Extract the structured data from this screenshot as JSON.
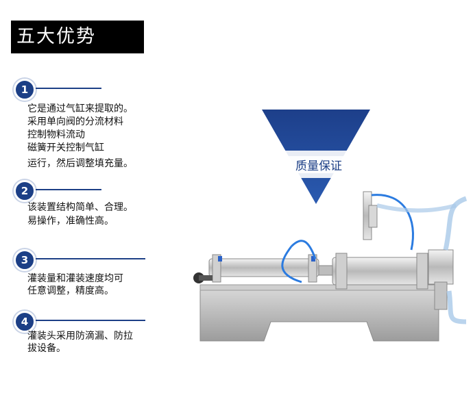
{
  "header": {
    "title": "五大优势"
  },
  "advantages": [
    {
      "number": "1",
      "lines": [
        "它是通过气缸来提取的。",
        "采用单向阀的分流材料",
        "控制物料流动",
        "磁簧开关控制气缸",
        "运行，然后调整填充量。"
      ]
    },
    {
      "number": "2",
      "lines": [
        "该装置结构简单、合理。",
        "易操作，准确性高。"
      ]
    },
    {
      "number": "3",
      "lines": [
        "灌装量和灌装速度均可",
        "任意调整，精度高。"
      ]
    },
    {
      "number": "4",
      "lines": [
        "灌装头采用防滴漏、防拉",
        "拔设备。"
      ]
    }
  ],
  "badge_label": {
    "text": "质量保证"
  },
  "colors": {
    "accent": "#1c3f86",
    "triangle": "#1f4a9a",
    "title_bg": "#000000"
  }
}
